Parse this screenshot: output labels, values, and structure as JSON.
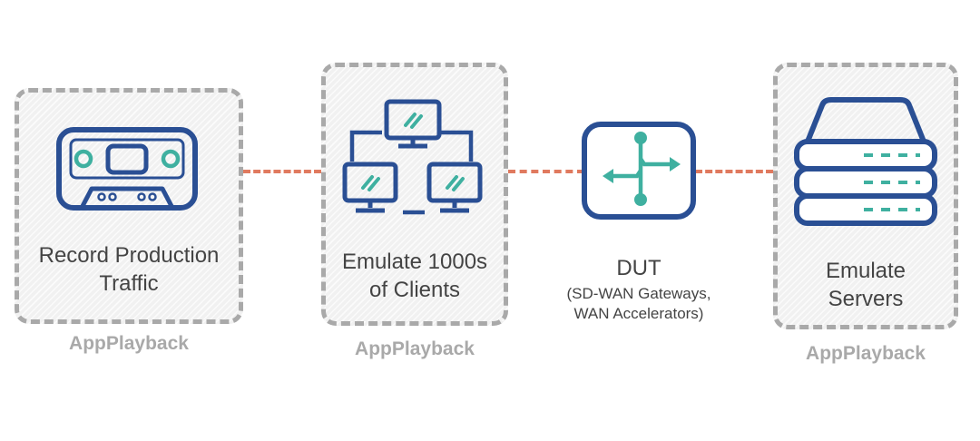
{
  "colors": {
    "icon_stroke": "#2a4f94",
    "icon_accent": "#3fb0a0",
    "connector": "#e07a5f",
    "box_border": "#a9a9a9",
    "text": "#444444",
    "caption": "#a9a9a9"
  },
  "nodes": {
    "record": {
      "icon": "cassette-tape-icon",
      "label_lines": [
        "Record Production",
        "Traffic"
      ],
      "caption": "AppPlayback"
    },
    "clients": {
      "icon": "networked-monitors-icon",
      "label_lines": [
        "Emulate 1000s",
        "of Clients"
      ],
      "caption": "AppPlayback"
    },
    "dut": {
      "icon": "router-arrows-icon",
      "title": "DUT",
      "sub_lines": [
        "(SD-WAN Gateways,",
        "WAN Accelerators)"
      ]
    },
    "servers": {
      "icon": "server-stack-icon",
      "label_lines": [
        "Emulate",
        "Servers"
      ],
      "caption": "AppPlayback"
    }
  }
}
